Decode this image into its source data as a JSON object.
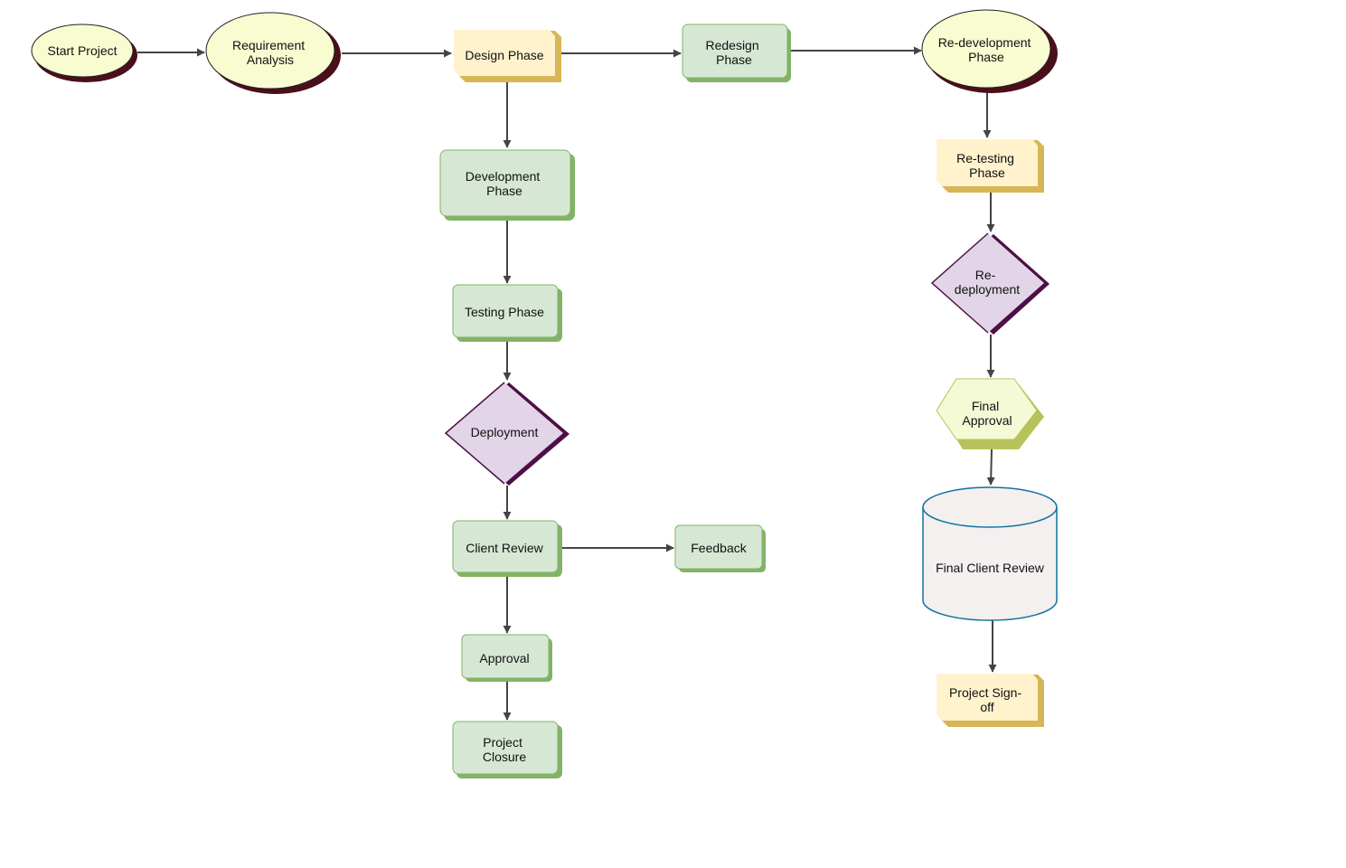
{
  "colors": {
    "ellipse_fill": "#f8fcd0",
    "ellipse_shadow": "#4a0f1a",
    "box_green_fill": "#d6e8d4",
    "box_green_shadow": "#82b366",
    "note_fill": "#fff2cc",
    "note_shadow": "#d6b656",
    "diamond_fill": "#e1d5e7",
    "diamond_shadow": "#4d0f47",
    "hex_fill": "#f5fad6",
    "hex_shadow": "#b7c25a",
    "cylinder_fill": "#f3f0ef",
    "cylinder_stroke": "#10739e",
    "edge": "#444444"
  },
  "nodes": {
    "start_project": [
      "Start Project"
    ],
    "requirement_analysis": [
      "Requirement",
      "Analysis"
    ],
    "design_phase": [
      "Design Phase"
    ],
    "redesign_phase": [
      "Redesign",
      "Phase"
    ],
    "redevelopment_phase": [
      "Re-development",
      "Phase"
    ],
    "development_phase": [
      "Development",
      "Phase"
    ],
    "testing_phase": [
      "Testing Phase"
    ],
    "deployment": [
      "Deployment"
    ],
    "client_review": [
      "Client Review"
    ],
    "feedback": [
      "Feedback"
    ],
    "approval": [
      "Approval"
    ],
    "project_closure": [
      "Project",
      "Closure"
    ],
    "retesting_phase": [
      "Re-testing",
      "Phase"
    ],
    "redeployment": [
      "Re-",
      "deployment"
    ],
    "final_approval": [
      "Final",
      "Approval"
    ],
    "final_client_review": [
      "Final Client Review"
    ],
    "project_signoff": [
      "Project Sign-",
      "off"
    ]
  },
  "edges": [
    {
      "from": "start_project",
      "to": "requirement_analysis"
    },
    {
      "from": "requirement_analysis",
      "to": "design_phase"
    },
    {
      "from": "design_phase",
      "to": "redesign_phase"
    },
    {
      "from": "redesign_phase",
      "to": "redevelopment_phase"
    },
    {
      "from": "design_phase",
      "to": "development_phase"
    },
    {
      "from": "development_phase",
      "to": "testing_phase"
    },
    {
      "from": "testing_phase",
      "to": "deployment"
    },
    {
      "from": "deployment",
      "to": "client_review"
    },
    {
      "from": "client_review",
      "to": "feedback"
    },
    {
      "from": "client_review",
      "to": "approval"
    },
    {
      "from": "approval",
      "to": "project_closure"
    },
    {
      "from": "redevelopment_phase",
      "to": "retesting_phase"
    },
    {
      "from": "retesting_phase",
      "to": "redeployment"
    },
    {
      "from": "redeployment",
      "to": "final_approval"
    },
    {
      "from": "final_approval",
      "to": "final_client_review"
    },
    {
      "from": "final_client_review",
      "to": "project_signoff"
    }
  ]
}
